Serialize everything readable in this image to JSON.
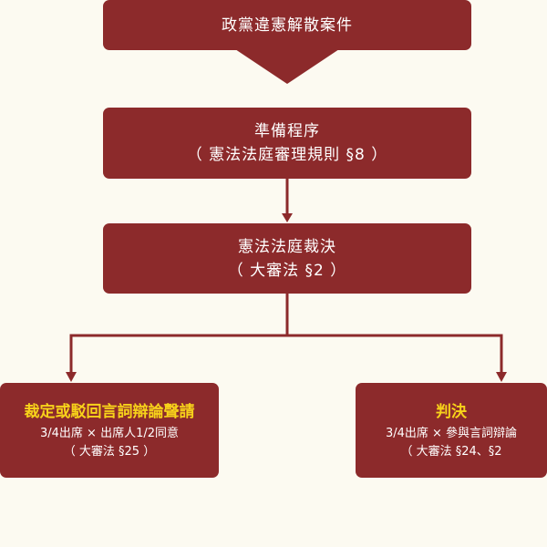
{
  "nodes": {
    "case": {
      "title": "政黨違憲解散案件"
    },
    "prep": {
      "title": "準備程序",
      "ref": "（ 憲法法庭審理規則 §8 ）"
    },
    "ruling": {
      "title": "憲法法庭裁決",
      "ref": "（ 大審法 §2 ）"
    },
    "left": {
      "title": "裁定或駁回言詞辯論聲請",
      "rule": "3/4出席 × 出席人1/2同意",
      "ref": "（ 大審法 §25 ）"
    },
    "right": {
      "title": "判決",
      "rule": "3/4出席 × 參與言詞辯論",
      "ref": "（ 大審法 §24、§2"
    }
  },
  "colors": {
    "box": "#8c2a2b",
    "highlight": "#f7d21a",
    "background": "#fcfaf1"
  }
}
